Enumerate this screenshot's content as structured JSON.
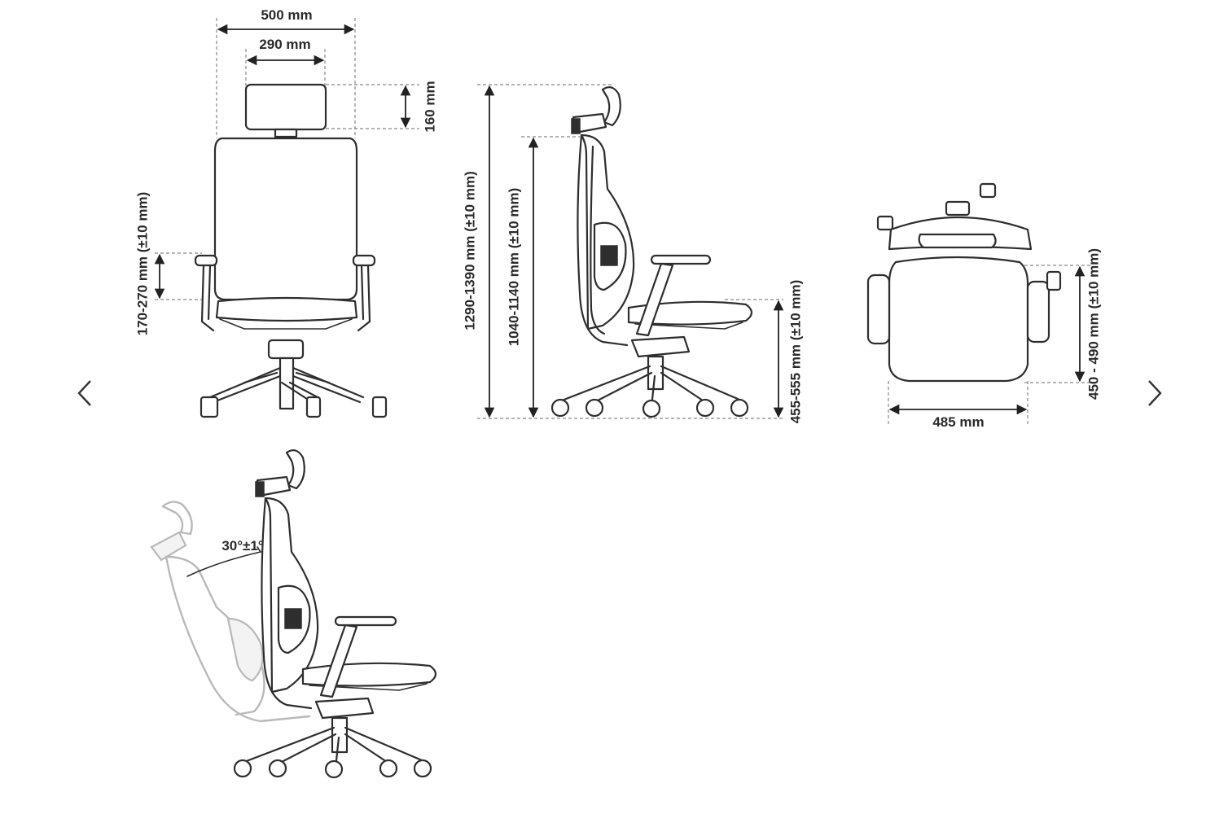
{
  "navigation": {
    "prev_icon": "chevron-left-icon",
    "next_icon": "chevron-right-icon"
  },
  "dimensions": {
    "overall_width": "500 mm",
    "headrest_width": "290 mm",
    "headrest_height": "160 mm",
    "armrest_adjust": "170-270 mm (±10 mm)",
    "overall_height": "1290-1390 mm (±10 mm)",
    "backrest_height": "1040-1140 mm (±10 mm)",
    "seat_height": "455-555 mm (±10 mm)",
    "seat_depth": "450 - 490 mm (±10 mm)",
    "seat_width": "485 mm",
    "recline_angle": "30°±1°"
  },
  "colors": {
    "line": "#2e2e2e",
    "dashed": "#888888",
    "ghost": "#b9b9b9",
    "background": "#ffffff"
  }
}
